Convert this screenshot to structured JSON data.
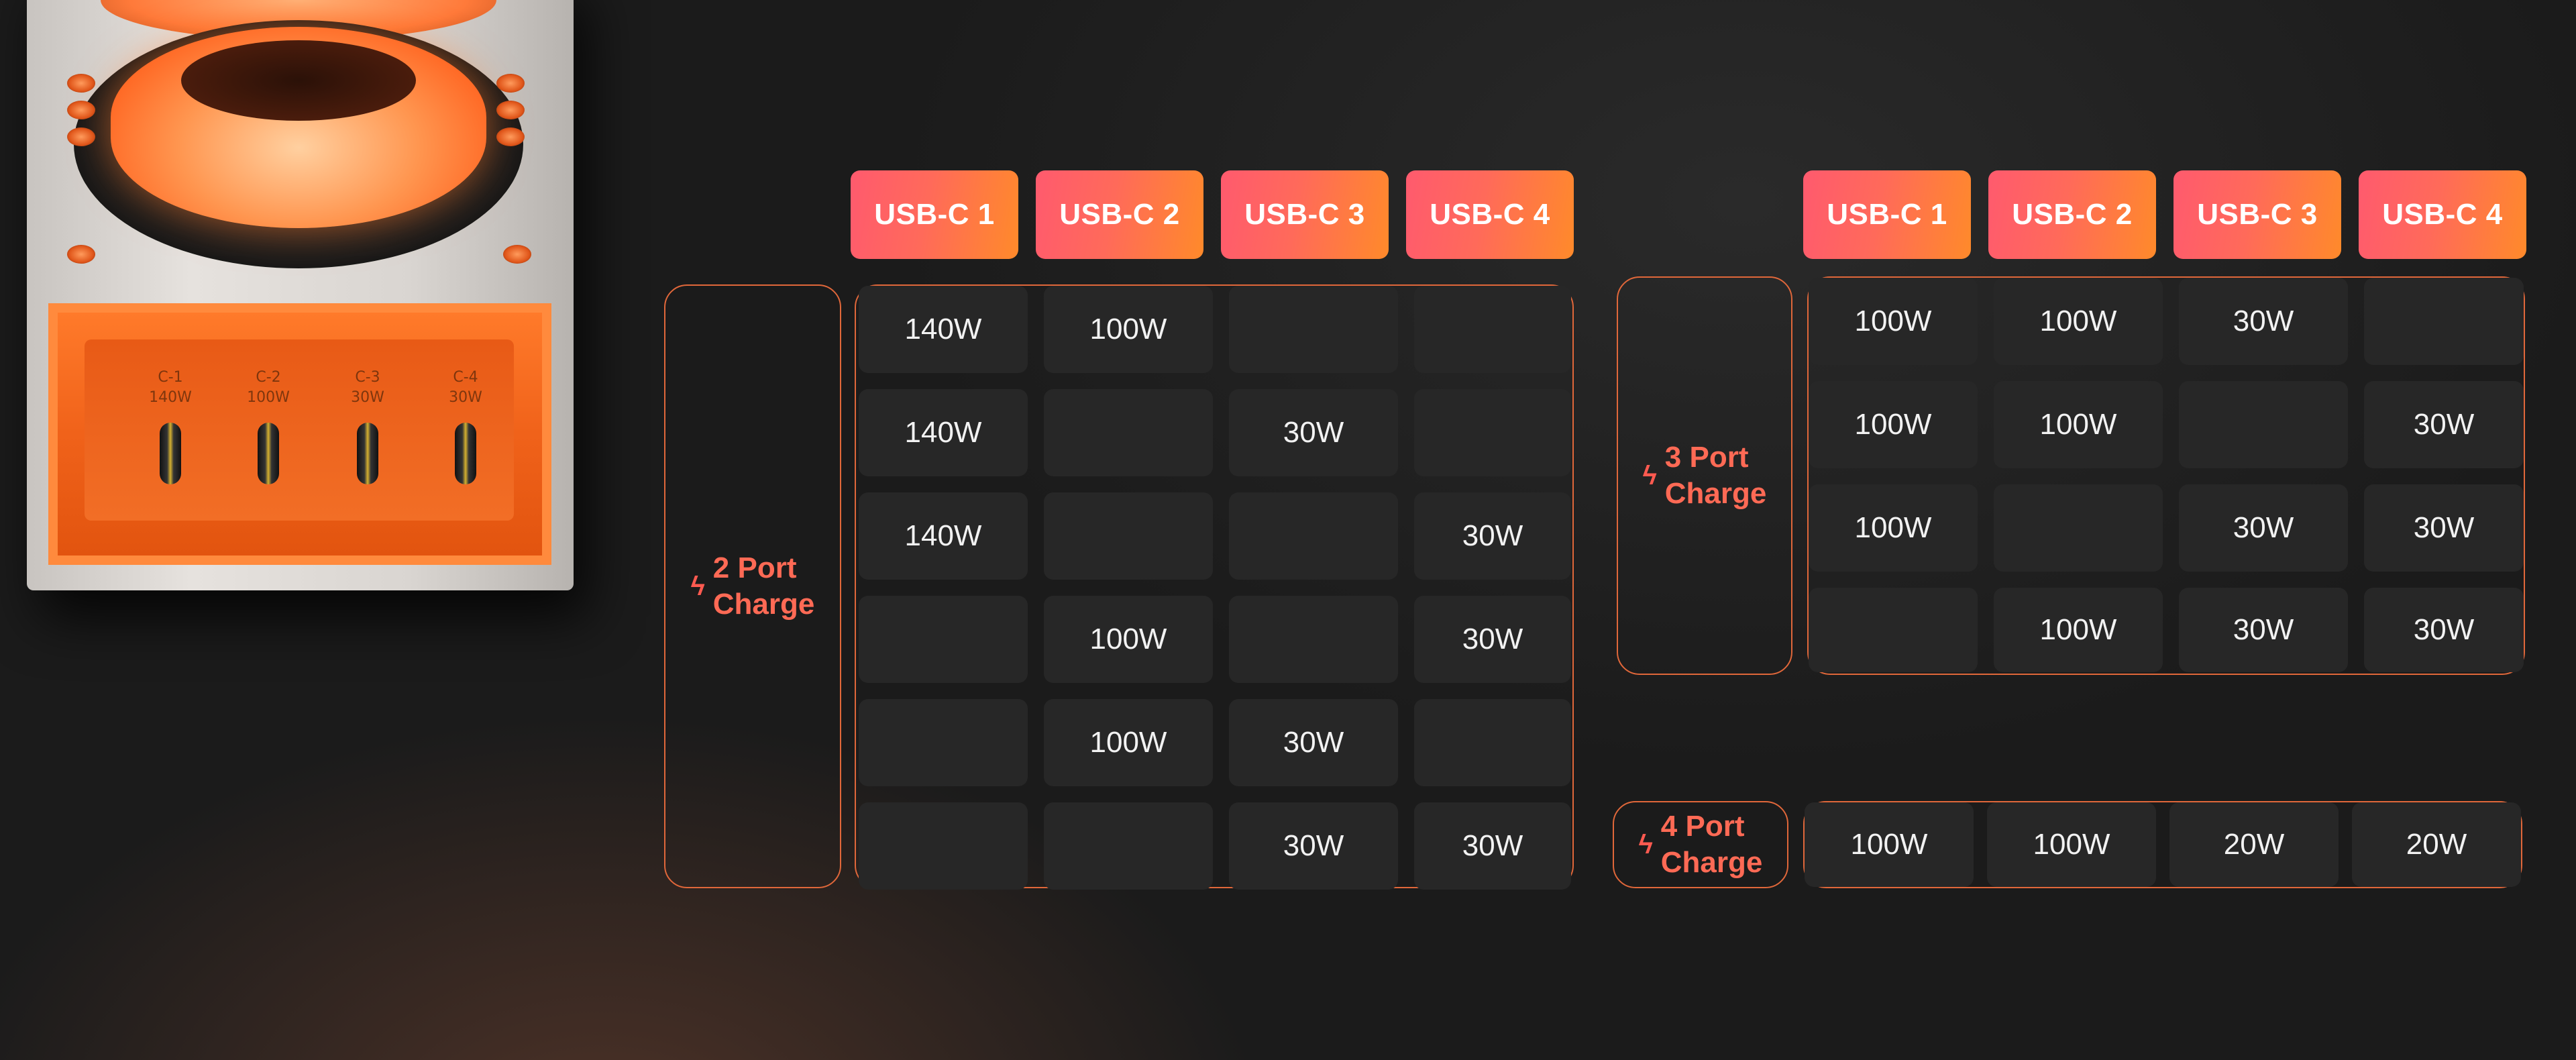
{
  "device": {
    "port_labels": [
      {
        "port": "C-1",
        "power": "140W"
      },
      {
        "port": "C-2",
        "power": "100W"
      },
      {
        "port": "C-3",
        "power": "30W"
      },
      {
        "port": "C-4",
        "power": "30W"
      }
    ]
  },
  "colors": {
    "accent_gradient_start": "#ff5a6e",
    "accent_gradient_end": "#ff8a2a",
    "outline": "#e0673a",
    "label": "#ff6a55",
    "cell_bg": "#272727"
  },
  "headers": [
    "USB-C 1",
    "USB-C 2",
    "USB-C 3",
    "USB-C 4"
  ],
  "two_port": {
    "label_line1": "2 Port",
    "label_line2": "Charge",
    "rows": [
      [
        "140W",
        "100W",
        "",
        ""
      ],
      [
        "140W",
        "",
        "30W",
        ""
      ],
      [
        "140W",
        "",
        "",
        "30W"
      ],
      [
        "",
        "100W",
        "",
        "30W"
      ],
      [
        "",
        "100W",
        "30W",
        ""
      ],
      [
        "",
        "",
        "30W",
        "30W"
      ]
    ]
  },
  "three_port": {
    "label_line1": "3 Port",
    "label_line2": "Charge",
    "rows": [
      [
        "100W",
        "100W",
        "30W",
        ""
      ],
      [
        "100W",
        "100W",
        "",
        "30W"
      ],
      [
        "100W",
        "",
        "30W",
        "30W"
      ],
      [
        "",
        "100W",
        "30W",
        "30W"
      ]
    ]
  },
  "four_port": {
    "label_line1": "4 Port",
    "label_line2": "Charge",
    "rows": [
      [
        "100W",
        "100W",
        "20W",
        "20W"
      ]
    ]
  }
}
